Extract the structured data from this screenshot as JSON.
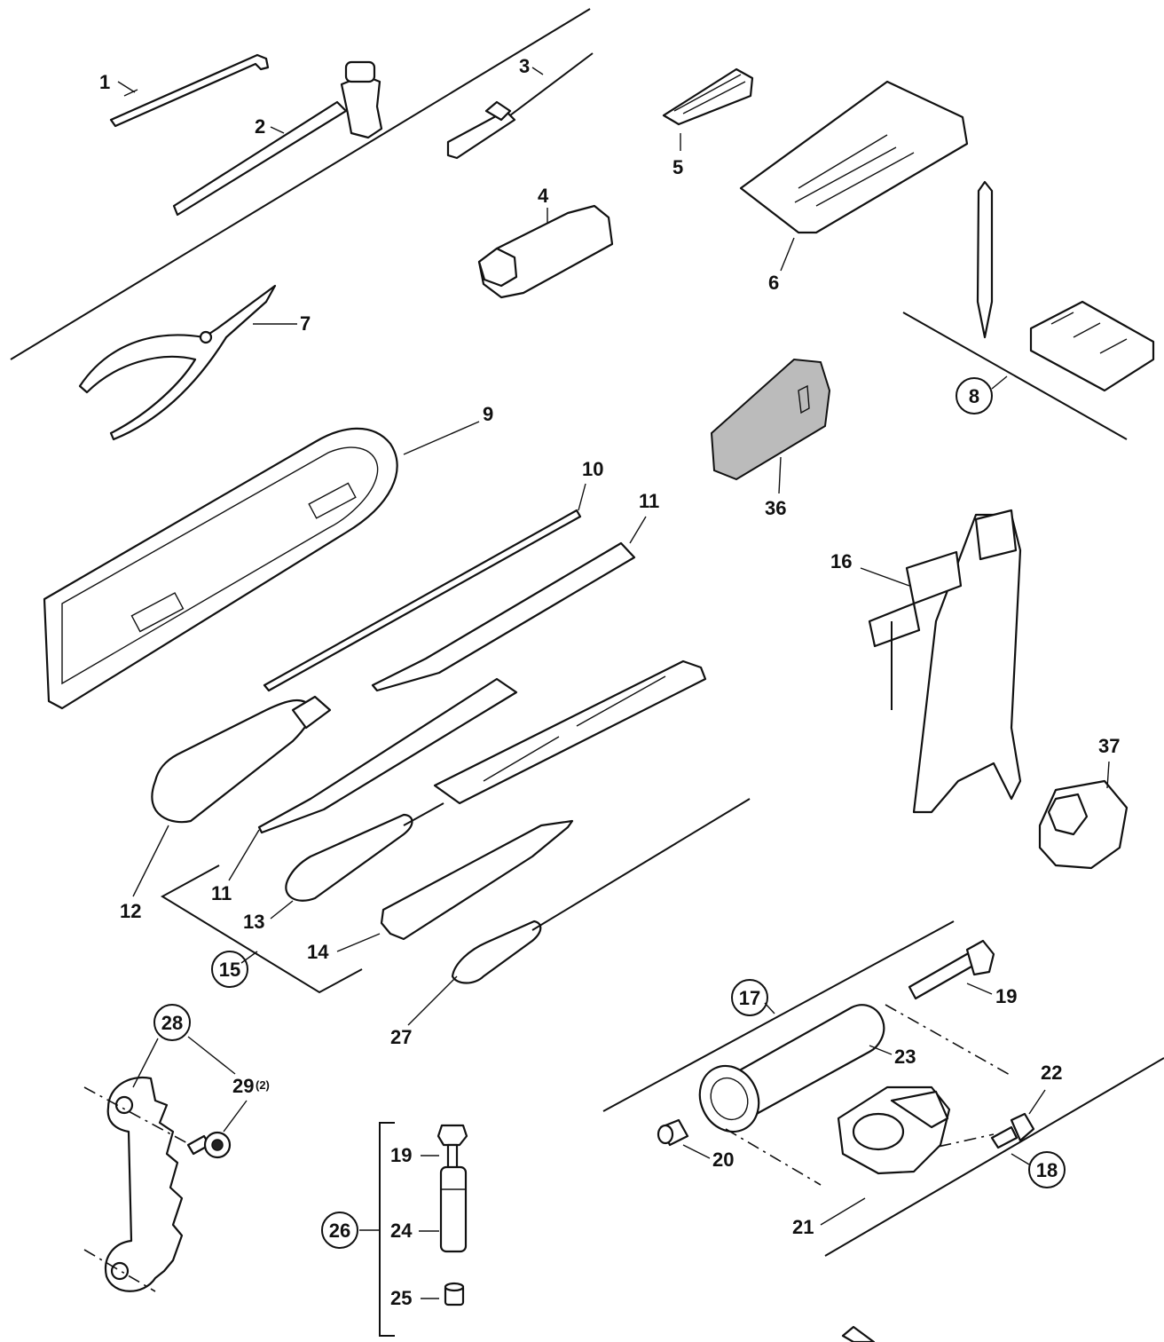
{
  "labels": {
    "p1": "1",
    "p2": "2",
    "p3": "3",
    "p4": "4",
    "p5": "5",
    "p6": "6",
    "p7": "7",
    "p8": "8",
    "p9": "9",
    "p10": "10",
    "p11a": "11",
    "p11b": "11",
    "p12": "12",
    "p13": "13",
    "p14": "14",
    "p15": "15",
    "p16": "16",
    "p17": "17",
    "p18": "18",
    "p19a": "19",
    "p19b": "19",
    "p20": "20",
    "p21": "21",
    "p22": "22",
    "p23": "23",
    "p24": "24",
    "p25": "25",
    "p26": "26",
    "p27": "27",
    "p28": "28",
    "p29": "29",
    "p29qty": "(2)",
    "p36": "36",
    "p37": "37"
  }
}
